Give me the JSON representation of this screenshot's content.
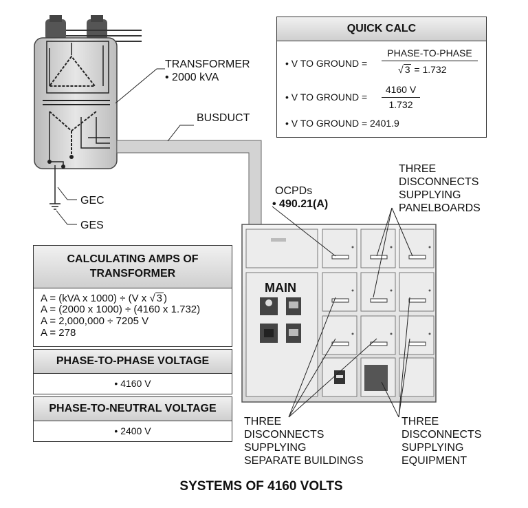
{
  "transformer": {
    "title": "TRANSFORMER",
    "rating": "• 2000 kVA"
  },
  "busduct_label": "BUSDUCT",
  "gec_label": "GEC",
  "ges_label": "GES",
  "quick_calc": {
    "title": "QUICK CALC",
    "row1_lhs": "• V TO GROUND  =",
    "row1_num": "PHASE-TO-PHASE",
    "row1_den_root": "3",
    "row1_den_value": "= 1.732",
    "row2_lhs": "• V TO GROUND  =",
    "row2_num": "4160 V",
    "row2_den": "1.732",
    "row3": "• V TO GROUND  =  2401.9"
  },
  "ocpd": {
    "label": "OCPDs",
    "value": "• 490.21(A)"
  },
  "panel": {
    "main_label": "MAIN"
  },
  "callouts": {
    "panelboards": [
      "THREE",
      "DISCONNECTS",
      "SUPPLYING",
      "PANELBOARDS"
    ],
    "buildings": [
      "THREE",
      "DISCONNECTS",
      "SUPPLYING",
      "SEPARATE BUILDINGS"
    ],
    "equipment": [
      "THREE",
      "DISCONNECTS",
      "SUPPLYING",
      "EQUIPMENT"
    ]
  },
  "calc_amps": {
    "title": [
      "CALCULATING AMPS OF",
      "TRANSFORMER"
    ],
    "line1_pre": "A = (kVA x 1000) ÷ (V x ",
    "line1_root": "3",
    "line1_post": ")",
    "line2": "A = (2000 x 1000) ÷ (4160 x 1.732)",
    "line3": "A = 2,000,000 ÷ 7205 V",
    "line4": "A = 278"
  },
  "phase_to_phase": {
    "title": "PHASE-TO-PHASE VOLTAGE",
    "value": "• 4160 V"
  },
  "phase_to_neutral": {
    "title": "PHASE-TO-NEUTRAL VOLTAGE",
    "value": "• 2400 V"
  },
  "footer_title": "SYSTEMS OF 4160 VOLTS"
}
